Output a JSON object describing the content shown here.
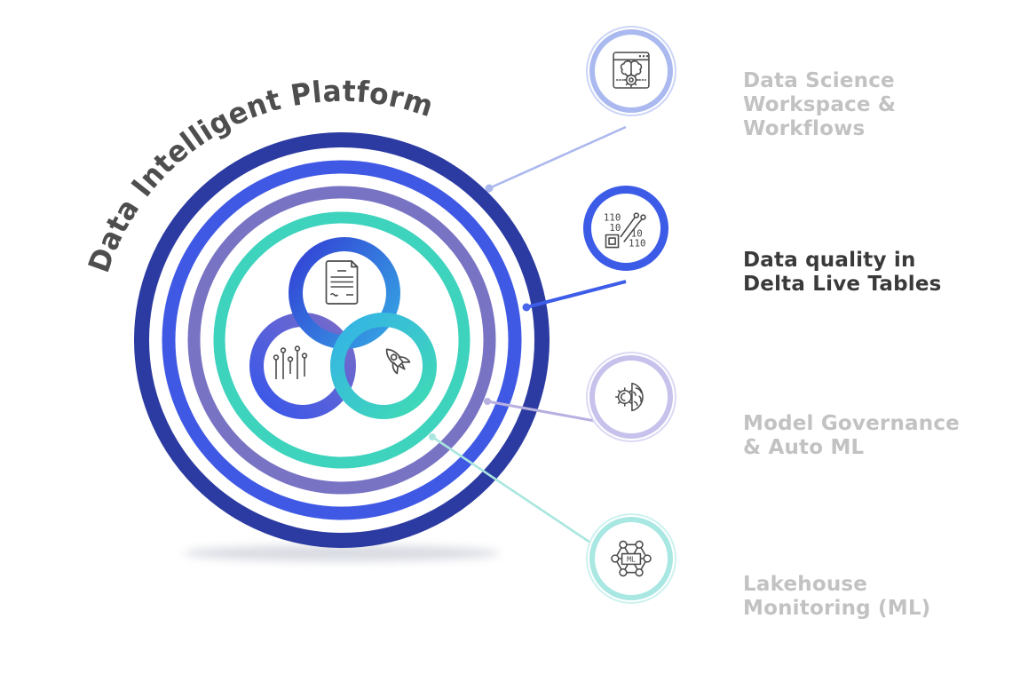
{
  "title": "Data Intelligent Platform",
  "center": {
    "icons": [
      "document-icon",
      "circuit-pins-icon",
      "rocket-icon"
    ],
    "rings": [
      "navy",
      "royal-blue",
      "purple",
      "teal"
    ]
  },
  "nodes": [
    {
      "id": "data-science-workspace",
      "label_lines": [
        "Data Science",
        "Workspace &",
        "Workflows"
      ],
      "active": false,
      "icon": "notebook-brain-gear-icon",
      "accent": "#aab9ef"
    },
    {
      "id": "data-quality-dlt",
      "label_lines": [
        "Data quality in",
        "Delta Live Tables"
      ],
      "active": true,
      "icon": "binary-circuit-icon",
      "icon_text": {
        "tl1": "110",
        "tl2": "10",
        "br1": "10",
        "br2": "110"
      },
      "accent": "#3c5ce8"
    },
    {
      "id": "model-governance-automl",
      "label_lines": [
        "Model Governance",
        "& Auto ML"
      ],
      "active": false,
      "icon": "gear-brain-icon",
      "accent": "#c6c2ec"
    },
    {
      "id": "lakehouse-monitoring-ml",
      "label_lines": [
        "Lakehouse",
        "Monitoring (ML)"
      ],
      "active": false,
      "icon": "ml-network-icon",
      "icon_text": {
        "ml": "ML"
      },
      "accent": "#a8e7e2"
    }
  ],
  "colors": {
    "ring_navy": "#2c3ba1",
    "ring_blue": "#4059e4",
    "ring_purple": "#7873c3",
    "ring_teal": "#3ed3bd",
    "knot_blue": "#3345d6",
    "knot_cyan": "#34a9e4",
    "knot_mint": "#40dcb3",
    "knot_purple": "#7a6cc8",
    "label_inactive": "#c2c2c2",
    "label_active": "#3a3a3a",
    "title_gray": "#4e4e4e"
  }
}
